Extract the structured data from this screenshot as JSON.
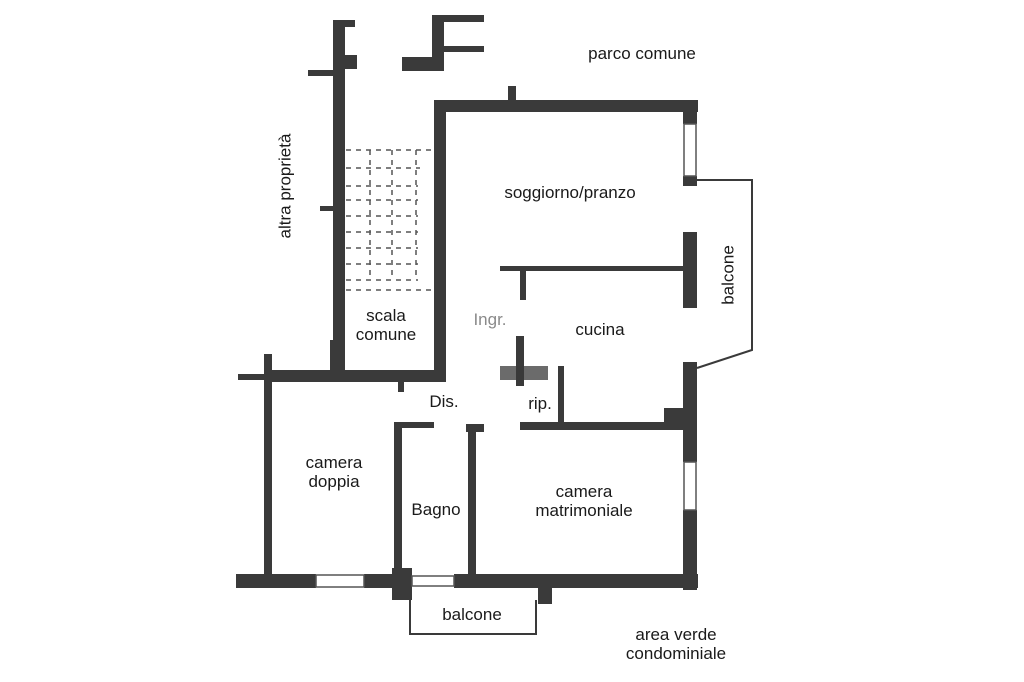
{
  "surroundings": {
    "park": "parco comune",
    "other_property": "altra proprietà",
    "green_area": [
      "area verde",
      "condominiale"
    ]
  },
  "rooms": {
    "living_dining": "soggiorno/pranzo",
    "balcony_east": "balcone",
    "stair": [
      "scala",
      "comune"
    ],
    "entrance": "Ingr.",
    "kitchen": "cucina",
    "hallway": "Dis.",
    "storage": "rip.",
    "double_room": [
      "camera",
      "doppia"
    ],
    "bathroom": "Bagno",
    "master_bedroom": [
      "camera",
      "matrimoniale"
    ],
    "balcony_south": "balcone"
  },
  "colors": {
    "wall": "#3a3a3a",
    "thin_line": "#555555",
    "text": "#1a1a1a"
  }
}
